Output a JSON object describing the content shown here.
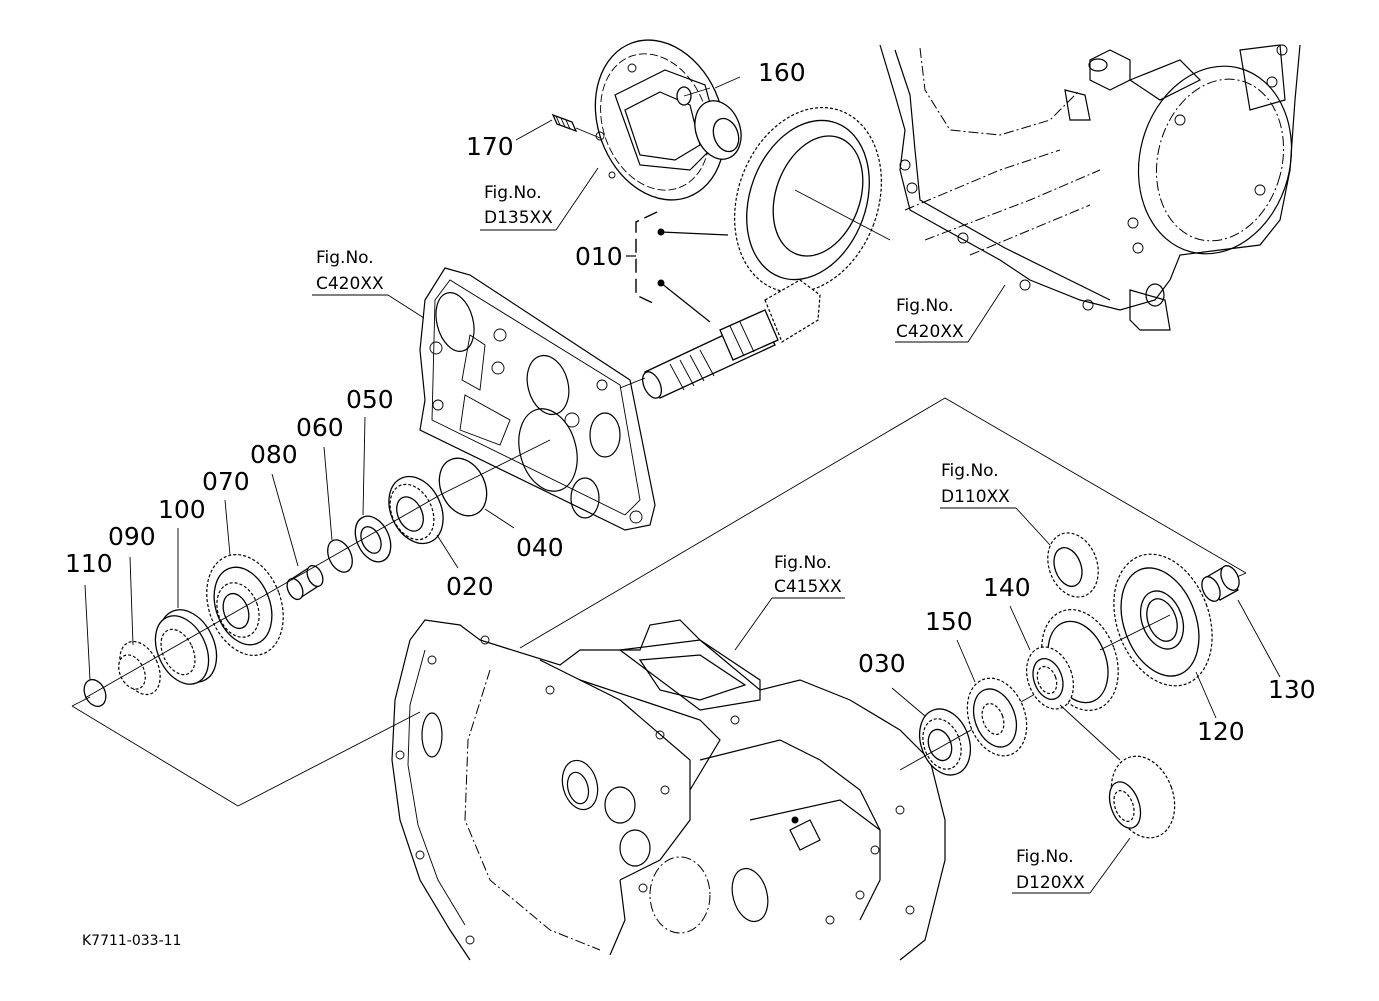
{
  "diagram": {
    "drawing_code": "K7711-033-11",
    "part_callouts": [
      {
        "id": "010",
        "label": "010"
      },
      {
        "id": "020",
        "label": "020"
      },
      {
        "id": "030",
        "label": "030"
      },
      {
        "id": "040",
        "label": "040"
      },
      {
        "id": "050",
        "label": "050"
      },
      {
        "id": "060",
        "label": "060"
      },
      {
        "id": "070",
        "label": "070"
      },
      {
        "id": "080",
        "label": "080"
      },
      {
        "id": "090",
        "label": "090"
      },
      {
        "id": "100",
        "label": "100"
      },
      {
        "id": "110",
        "label": "110"
      },
      {
        "id": "120",
        "label": "120"
      },
      {
        "id": "130",
        "label": "130"
      },
      {
        "id": "140",
        "label": "140"
      },
      {
        "id": "150",
        "label": "150"
      },
      {
        "id": "160",
        "label": "160"
      },
      {
        "id": "170",
        "label": "170"
      }
    ],
    "figure_refs": [
      {
        "line1": "Fig.No.",
        "line2": "D135XX"
      },
      {
        "line1": "Fig.No.",
        "line2": "C420XX"
      },
      {
        "line1": "Fig.No.",
        "line2": "C420XX"
      },
      {
        "line1": "Fig.No.",
        "line2": "D110XX"
      },
      {
        "line1": "Fig.No.",
        "line2": "C415XX"
      },
      {
        "line1": "Fig.No.",
        "line2": "D120XX"
      }
    ]
  }
}
